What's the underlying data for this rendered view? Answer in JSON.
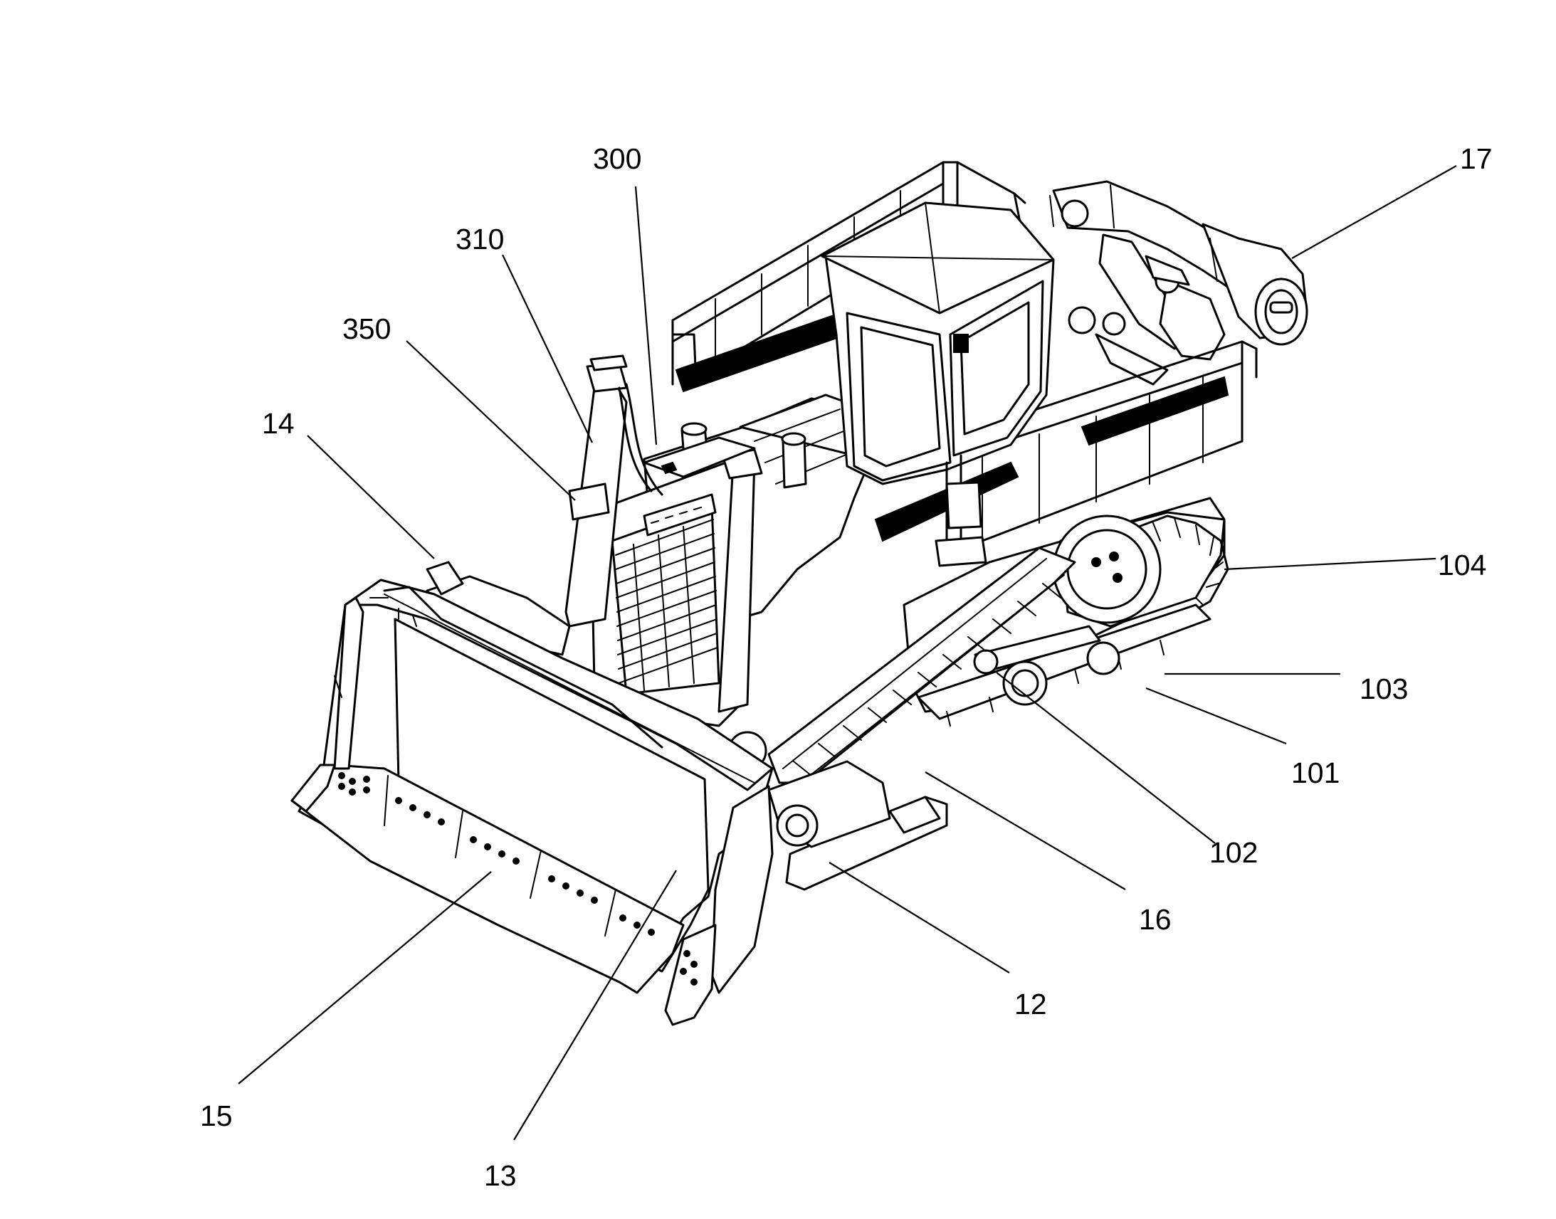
{
  "figure": {
    "reference_numerals": {
      "r300": "300",
      "r310": "310",
      "r350": "350",
      "r14": "14",
      "r17": "17",
      "r104": "104",
      "r103": "103",
      "r101": "101",
      "r102": "102",
      "r16": "16",
      "r12": "12",
      "r15": "15",
      "r13": "13"
    }
  }
}
